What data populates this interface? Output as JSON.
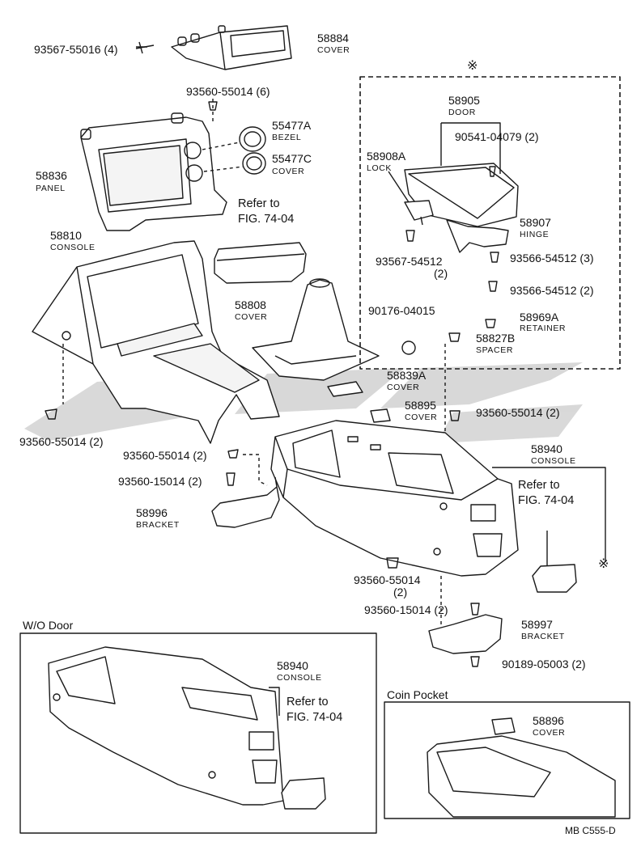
{
  "mark": "※",
  "callouts": [
    {
      "id": "c1",
      "number": "93567-55016 (4)",
      "name": ""
    },
    {
      "id": "c2",
      "number": "58884",
      "name": "COVER"
    },
    {
      "id": "c3",
      "number": "93560-55014 (6)",
      "name": ""
    },
    {
      "id": "c4",
      "number": "55477A",
      "name": "BEZEL"
    },
    {
      "id": "c5",
      "number": "55477C",
      "name": "COVER"
    },
    {
      "id": "c6",
      "number": "58836",
      "name": "PANEL"
    },
    {
      "id": "c7",
      "number": "58810",
      "name": "CONSOLE"
    },
    {
      "id": "c8",
      "number": "58808",
      "name": "COVER"
    },
    {
      "id": "c9",
      "number": "58905",
      "name": "DOOR"
    },
    {
      "id": "c10",
      "number": "90541-04079 (2)",
      "name": ""
    },
    {
      "id": "c11",
      "number": "58908A",
      "name": "LOCK"
    },
    {
      "id": "c12",
      "number": "58907",
      "name": "HINGE"
    },
    {
      "id": "c13",
      "number": "93567-54512",
      "name": "(2)"
    },
    {
      "id": "c14",
      "number": "93566-54512 (3)",
      "name": ""
    },
    {
      "id": "c15",
      "number": "93566-54512 (2)",
      "name": ""
    },
    {
      "id": "c16",
      "number": "90176-04015",
      "name": ""
    },
    {
      "id": "c17",
      "number": "58969A",
      "name": "RETAINER"
    },
    {
      "id": "c18",
      "number": "58827B",
      "name": "SPACER"
    },
    {
      "id": "c19",
      "number": "58839A",
      "name": "COVER"
    },
    {
      "id": "c20",
      "number": "58895",
      "name": "COVER"
    },
    {
      "id": "c21",
      "number": "93560-55014 (2)",
      "name": ""
    },
    {
      "id": "c22",
      "number": "93560-55014 (2)",
      "name": ""
    },
    {
      "id": "c23",
      "number": "93560-55014 (2)",
      "name": ""
    },
    {
      "id": "c24",
      "number": "93560-15014 (2)",
      "name": ""
    },
    {
      "id": "c25",
      "number": "58940",
      "name": "CONSOLE"
    },
    {
      "id": "c26",
      "number": "58996",
      "name": "BRACKET"
    },
    {
      "id": "c27",
      "number": "93560-55014",
      "name": "(2)"
    },
    {
      "id": "c28",
      "number": "93560-15014 (2)",
      "name": ""
    },
    {
      "id": "c29",
      "number": "58997",
      "name": "BRACKET"
    },
    {
      "id": "c30",
      "number": "90189-05003 (2)",
      "name": ""
    },
    {
      "id": "c31",
      "number": "58940",
      "name": "CONSOLE"
    },
    {
      "id": "c32",
      "number": "58896",
      "name": "COVER"
    }
  ],
  "references": [
    {
      "id": "r1",
      "line1": "Refer to",
      "line2": "FIG. 74-04"
    },
    {
      "id": "r2",
      "line1": "Refer to",
      "line2": "FIG. 74-04"
    },
    {
      "id": "r3",
      "line1": "Refer to",
      "line2": "FIG. 74-04"
    }
  ],
  "sections": {
    "without_door": "W/O Door",
    "coin_pocket": "Coin Pocket"
  },
  "figure_code": "MB  C555-D"
}
